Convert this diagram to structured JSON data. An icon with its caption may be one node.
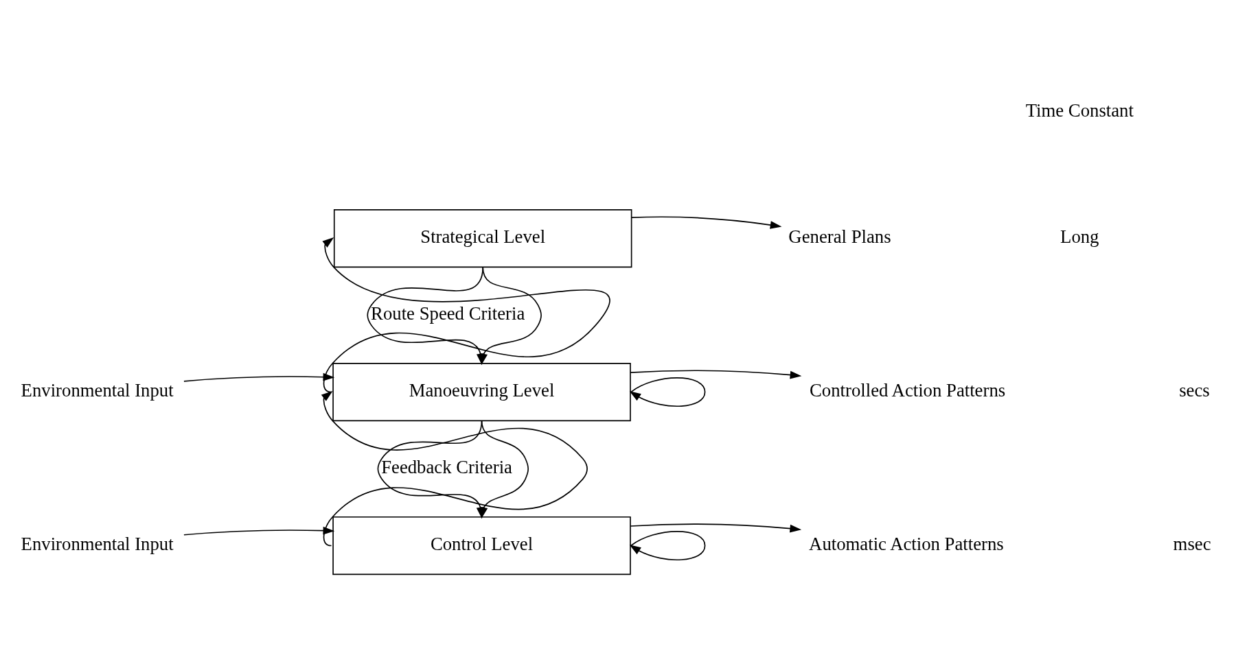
{
  "diagram": {
    "nodes": [
      {
        "text": [
          "Strategical Level"
        ]
      },
      {
        "text": [
          "Manoeuvring Level"
        ]
      },
      {
        "text": [
          "Control Level"
        ]
      },
      {
        "text": [
          "General Plans"
        ]
      },
      {
        "text": [
          "Controlled Action Patterns"
        ]
      },
      {
        "text": [
          "Automatic Action Patterns"
        ]
      },
      {
        "text": [
          "Environmental Input"
        ]
      },
      {
        "text": [
          "Environmental Input"
        ]
      }
    ],
    "edges": [
      {
        "from": 0,
        "to": 3,
        "arrow": "to"
      },
      {
        "from": 0,
        "to": 1,
        "arrow": "to",
        "label": "Route Speed Criteria"
      },
      {
        "from": 0,
        "to": 1,
        "arrow": "to"
      },
      {
        "from": 1,
        "to": 0,
        "arrow": "to"
      },
      {
        "from": 6,
        "to": 1,
        "arrow": "to"
      },
      {
        "from": 1,
        "to": 4,
        "arrow": "to"
      },
      {
        "from": 1,
        "to": 1,
        "arrow": "to"
      },
      {
        "from": 1,
        "to": 2,
        "arrow": "to",
        "label": "Feedback Criteria"
      },
      {
        "from": 1,
        "to": 2,
        "arrow": "to"
      },
      {
        "from": 2,
        "to": 1,
        "arrow": "to"
      },
      {
        "from": 7,
        "to": 2,
        "arrow": "to"
      },
      {
        "from": 2,
        "to": 5,
        "arrow": "to"
      },
      {
        "from": 2,
        "to": 2,
        "arrow": "to"
      }
    ],
    "labels": [
      "Time Constant",
      "Long",
      "secs",
      "msec"
    ]
  }
}
